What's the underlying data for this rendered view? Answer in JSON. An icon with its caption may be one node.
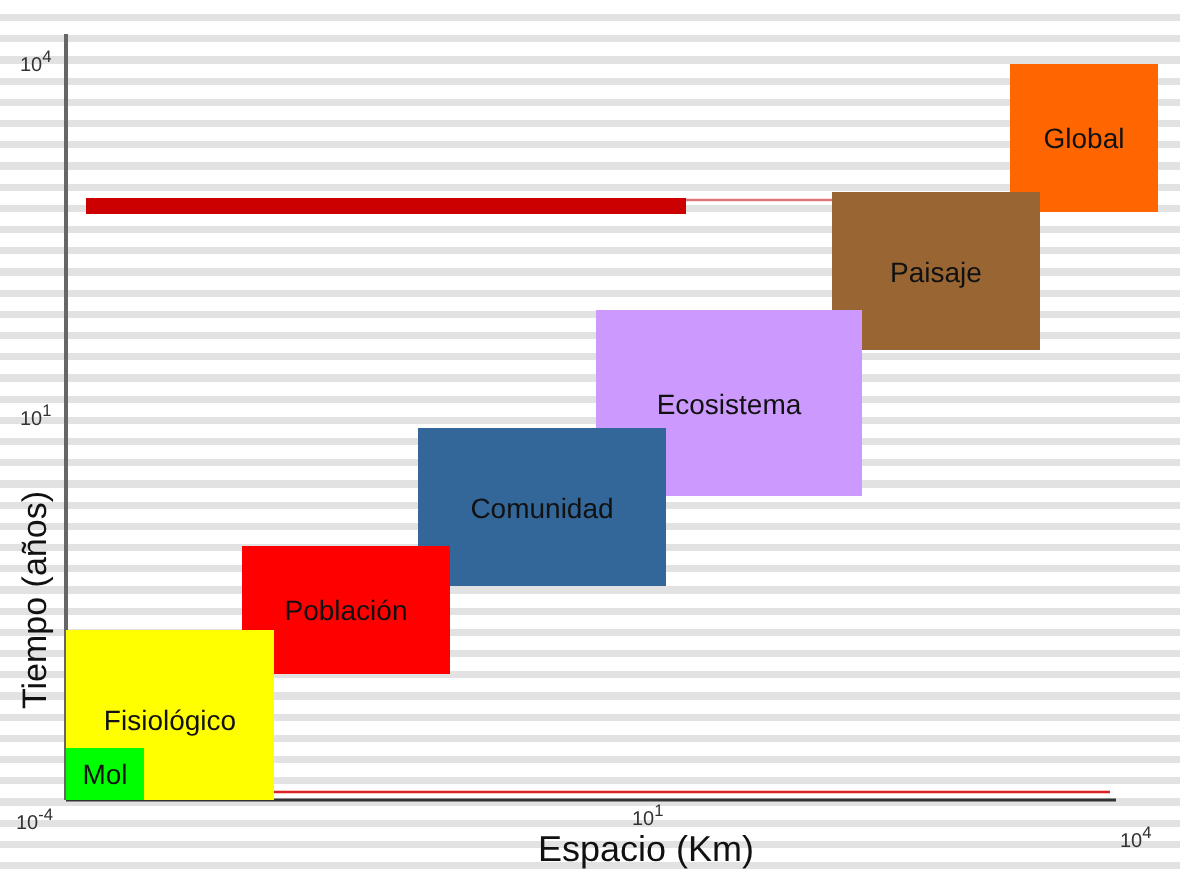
{
  "diagram": {
    "nodes": [
      {
        "text": [
          "Global"
        ]
      },
      {
        "text": [
          "Paisaje"
        ]
      },
      {
        "text": [
          "Ecosistema"
        ]
      },
      {
        "text": [
          "Comunidad"
        ]
      },
      {
        "text": [
          "Población"
        ]
      },
      {
        "text": [
          "Fisiológico"
        ]
      },
      {
        "text": [
          "Mol"
        ],
        "in": 5
      }
    ],
    "edges": [],
    "labels": [
      "10$^{4}$",
      "10$^{1}$",
      "Tiempo (años)",
      "10$^{-4}$",
      "10$^{1}$",
      "Espacio (Km)",
      "10$^{4}$"
    ]
  }
}
